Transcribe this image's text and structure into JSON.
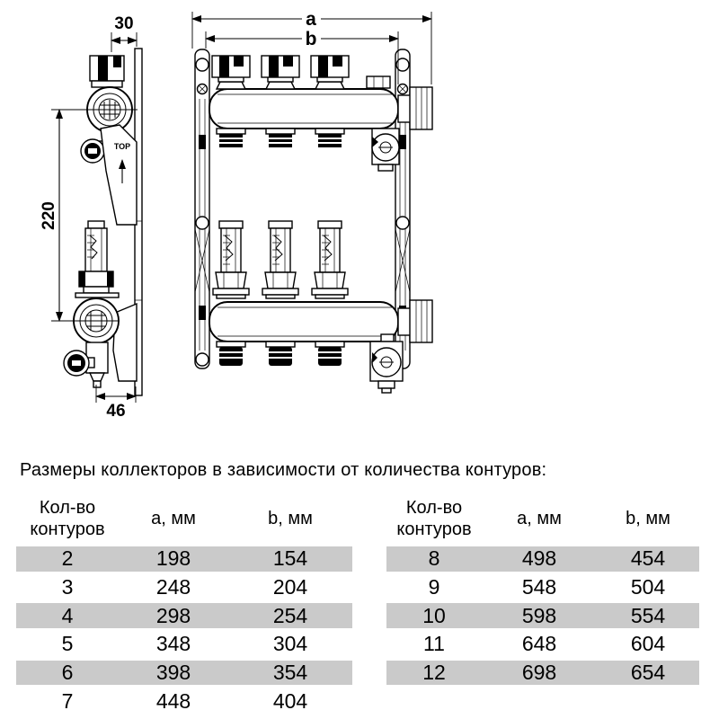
{
  "caption": "Размеры коллекторов в зависимости от количества контуров:",
  "drawing": {
    "dims": {
      "top_offset": "30",
      "height": "220",
      "bottom_offset": "46",
      "overall_a": "a",
      "overall_b": "b"
    },
    "marking": "TOP"
  },
  "tables": {
    "left": {
      "headers": {
        "col1_line1": "Кол-во",
        "col1_line2": "контуров",
        "col2": "a, мм",
        "col3": "b, мм"
      },
      "rows": [
        {
          "circuits": "2",
          "a": "198",
          "b": "154"
        },
        {
          "circuits": "3",
          "a": "248",
          "b": "204"
        },
        {
          "circuits": "4",
          "a": "298",
          "b": "254"
        },
        {
          "circuits": "5",
          "a": "348",
          "b": "304"
        },
        {
          "circuits": "6",
          "a": "398",
          "b": "354"
        },
        {
          "circuits": "7",
          "a": "448",
          "b": "404"
        }
      ]
    },
    "right": {
      "headers": {
        "col1_line1": "Кол-во",
        "col1_line2": "контуров",
        "col2": "a, мм",
        "col3": "b, мм"
      },
      "rows": [
        {
          "circuits": "8",
          "a": "498",
          "b": "454"
        },
        {
          "circuits": "9",
          "a": "548",
          "b": "504"
        },
        {
          "circuits": "10",
          "a": "598",
          "b": "554"
        },
        {
          "circuits": "11",
          "a": "648",
          "b": "604"
        },
        {
          "circuits": "12",
          "a": "698",
          "b": "654"
        }
      ]
    }
  },
  "colors": {
    "stripe": "#cacaca",
    "line": "#000000",
    "background": "#ffffff"
  }
}
